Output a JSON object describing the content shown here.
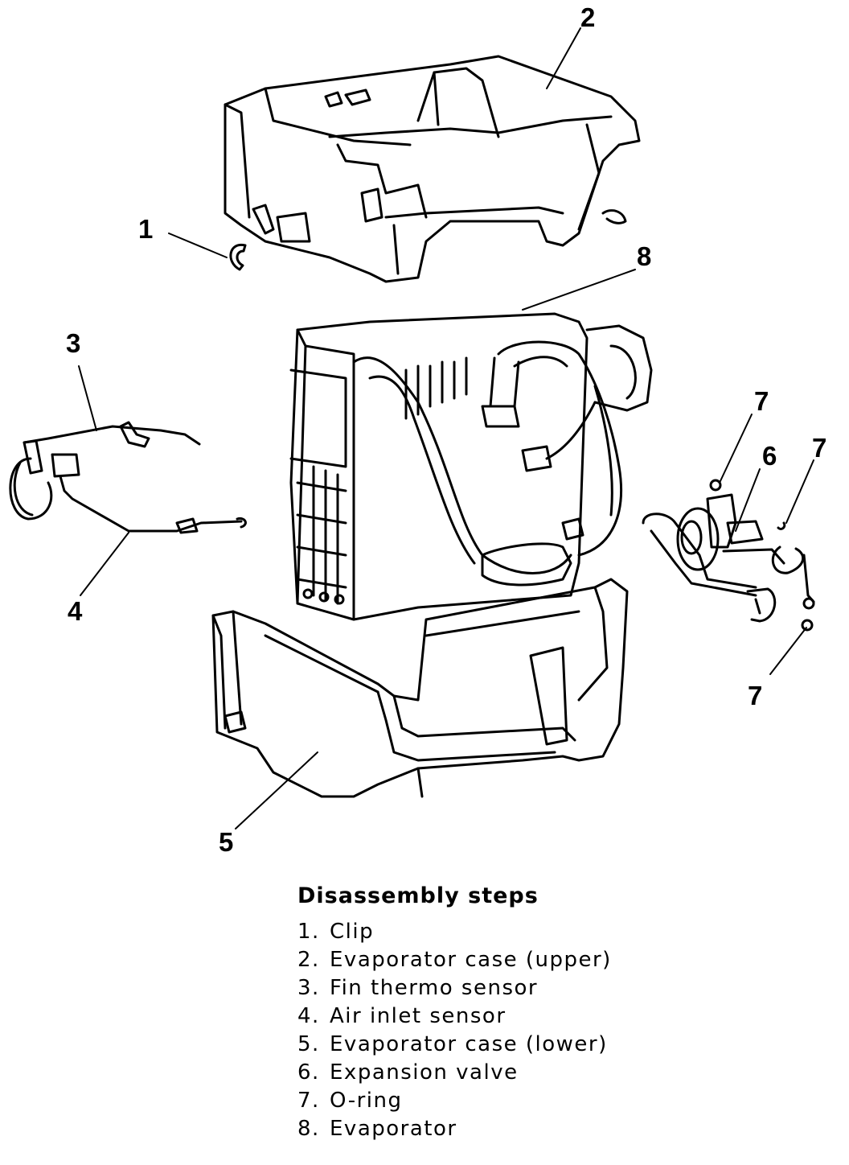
{
  "diagram": {
    "callouts": {
      "c1": "1",
      "c2": "2",
      "c3": "3",
      "c4": "4",
      "c5": "5",
      "c6": "6",
      "c7a": "7",
      "c7b": "7",
      "c7c": "7",
      "c8": "8"
    }
  },
  "steps": {
    "title": "Disassembly steps",
    "items": [
      {
        "num": "1.",
        "label": "Clip"
      },
      {
        "num": "2.",
        "label": "Evaporator case (upper)"
      },
      {
        "num": "3.",
        "label": "Fin thermo sensor"
      },
      {
        "num": "4.",
        "label": "Air inlet sensor"
      },
      {
        "num": "5.",
        "label": "Evaporator case (lower)"
      },
      {
        "num": "6.",
        "label": "Expansion valve"
      },
      {
        "num": "7.",
        "label": "O-ring"
      },
      {
        "num": "8.",
        "label": "Evaporator"
      }
    ]
  }
}
